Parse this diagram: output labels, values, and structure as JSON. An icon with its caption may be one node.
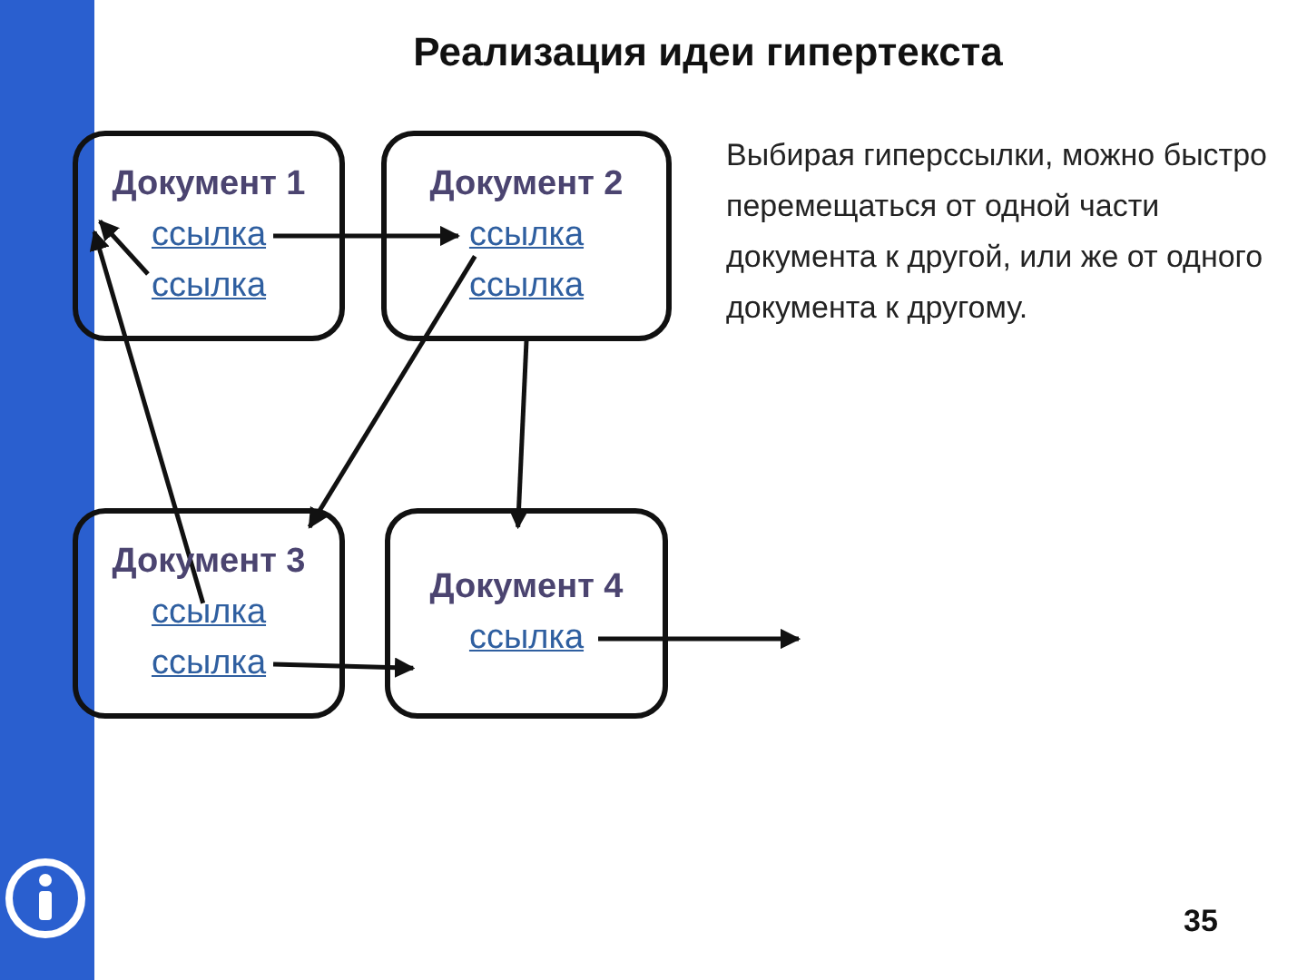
{
  "diagram": {
    "title": "Реализация идеи гипертекста",
    "nodes": [
      {
        "text": [
          "Документ 1"
        ]
      },
      {
        "text": [
          "ссылка"
        ],
        "in": 0
      },
      {
        "text": [
          "ссылка"
        ],
        "in": 0
      },
      {
        "text": [
          "Документ 2"
        ]
      },
      {
        "text": [
          "ссылка"
        ],
        "in": 3
      },
      {
        "text": [
          "ссылка"
        ],
        "in": 3
      },
      {
        "text": [
          "Документ 3"
        ]
      },
      {
        "text": [
          "ссылка"
        ],
        "in": 6
      },
      {
        "text": [
          "ссылка"
        ],
        "in": 6
      },
      {
        "text": [
          "Документ 4"
        ]
      },
      {
        "text": [
          "ссылка"
        ],
        "in": 9
      }
    ],
    "edges": [
      {
        "from": 1,
        "to": 4,
        "arrow": "to"
      },
      {
        "from": 2,
        "to": 0,
        "arrow": "to"
      },
      {
        "from": 7,
        "to": 0,
        "arrow": "to"
      },
      {
        "from": 4,
        "to": 6,
        "arrow": "to"
      },
      {
        "from": 5,
        "to": 9,
        "arrow": "to"
      },
      {
        "from": 8,
        "to": 9,
        "arrow": "to"
      },
      {
        "from": 10,
        "to": null,
        "arrow": "to"
      }
    ],
    "labels": [
      "Выбирая гиперссылки, можно быстро перемещаться от одной части документа к другой, или же от одного документа к другому.",
      "35"
    ]
  }
}
